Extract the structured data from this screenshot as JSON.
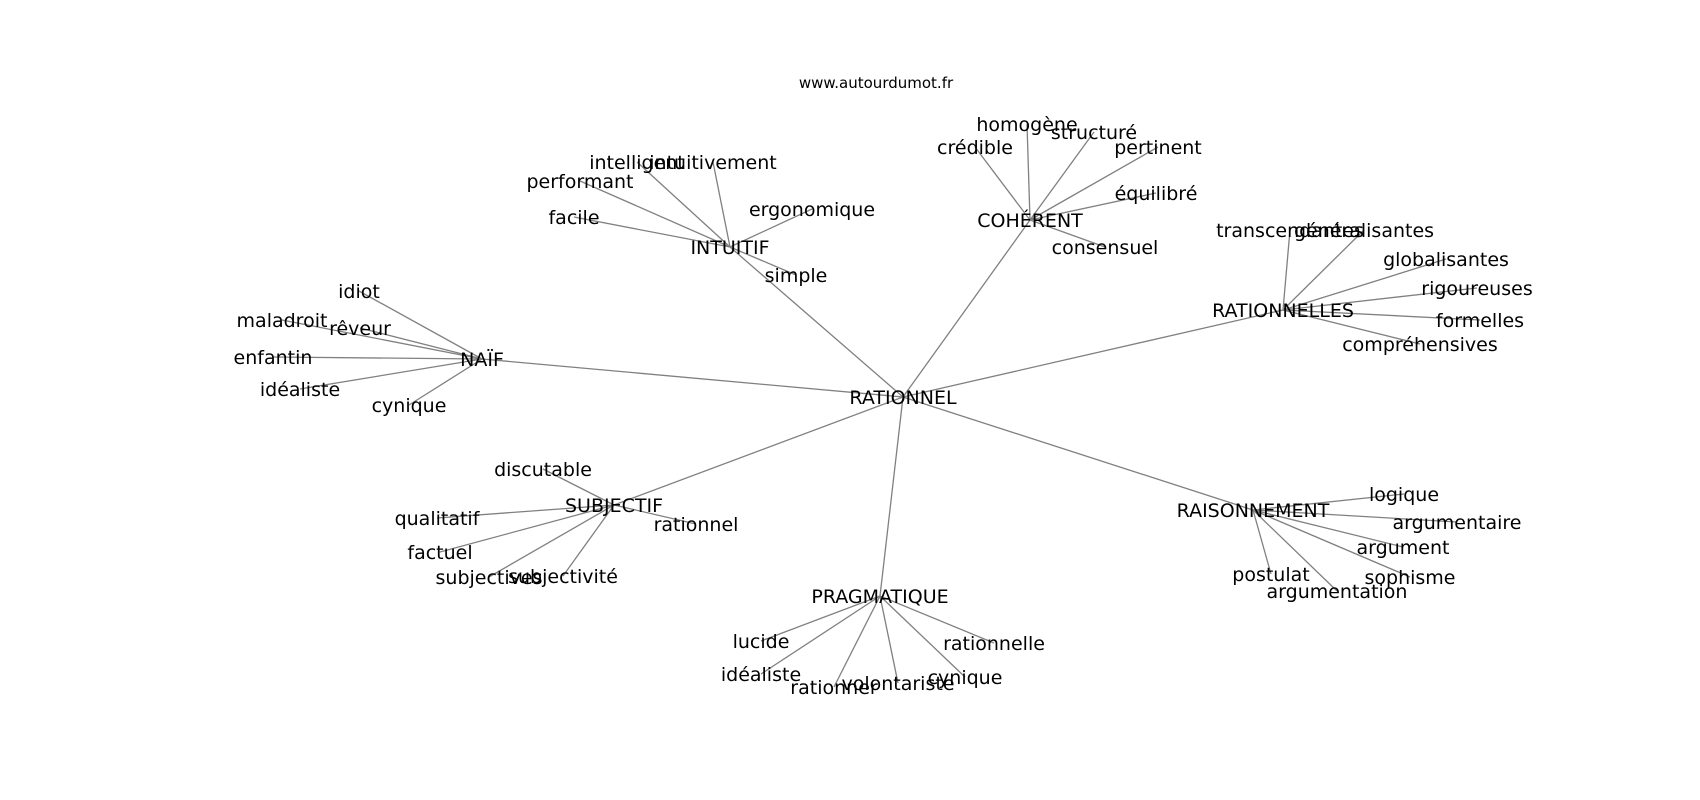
{
  "source": "www.autourdumot.fr",
  "center": "RATIONNEL",
  "clusters": [
    {
      "hub": "INTUITIF",
      "leaves": [
        "intelligent",
        "intuitivement",
        "performant",
        "facile",
        "ergonomique",
        "simple"
      ]
    },
    {
      "hub": "COHÉRENT",
      "leaves": [
        "homogène",
        "structuré",
        "crédible",
        "pertinent",
        "équilibré",
        "consensuel"
      ]
    },
    {
      "hub": "RATIONNELLES",
      "leaves": [
        "transcendantes",
        "généralisantes",
        "globalisantes",
        "rigoureuses",
        "formelles",
        "compréhensives"
      ]
    },
    {
      "hub": "NAÏF",
      "leaves": [
        "idiot",
        "maladroit",
        "rêveur",
        "enfantin",
        "idéaliste",
        "cynique"
      ]
    },
    {
      "hub": "SUBJECTIF",
      "leaves": [
        "discutable",
        "qualitatif",
        "rationnel",
        "factuel",
        "subjectives",
        "subjectivité"
      ]
    },
    {
      "hub": "RAISONNEMENT",
      "leaves": [
        "logique",
        "argumentaire",
        "argument",
        "sophisme",
        "postulat",
        "argumentation"
      ]
    },
    {
      "hub": "PRAGMATIQUE",
      "leaves": [
        "lucide",
        "rationnelle",
        "idéaliste",
        "rationner",
        "volontariste",
        "cynique"
      ]
    }
  ]
}
